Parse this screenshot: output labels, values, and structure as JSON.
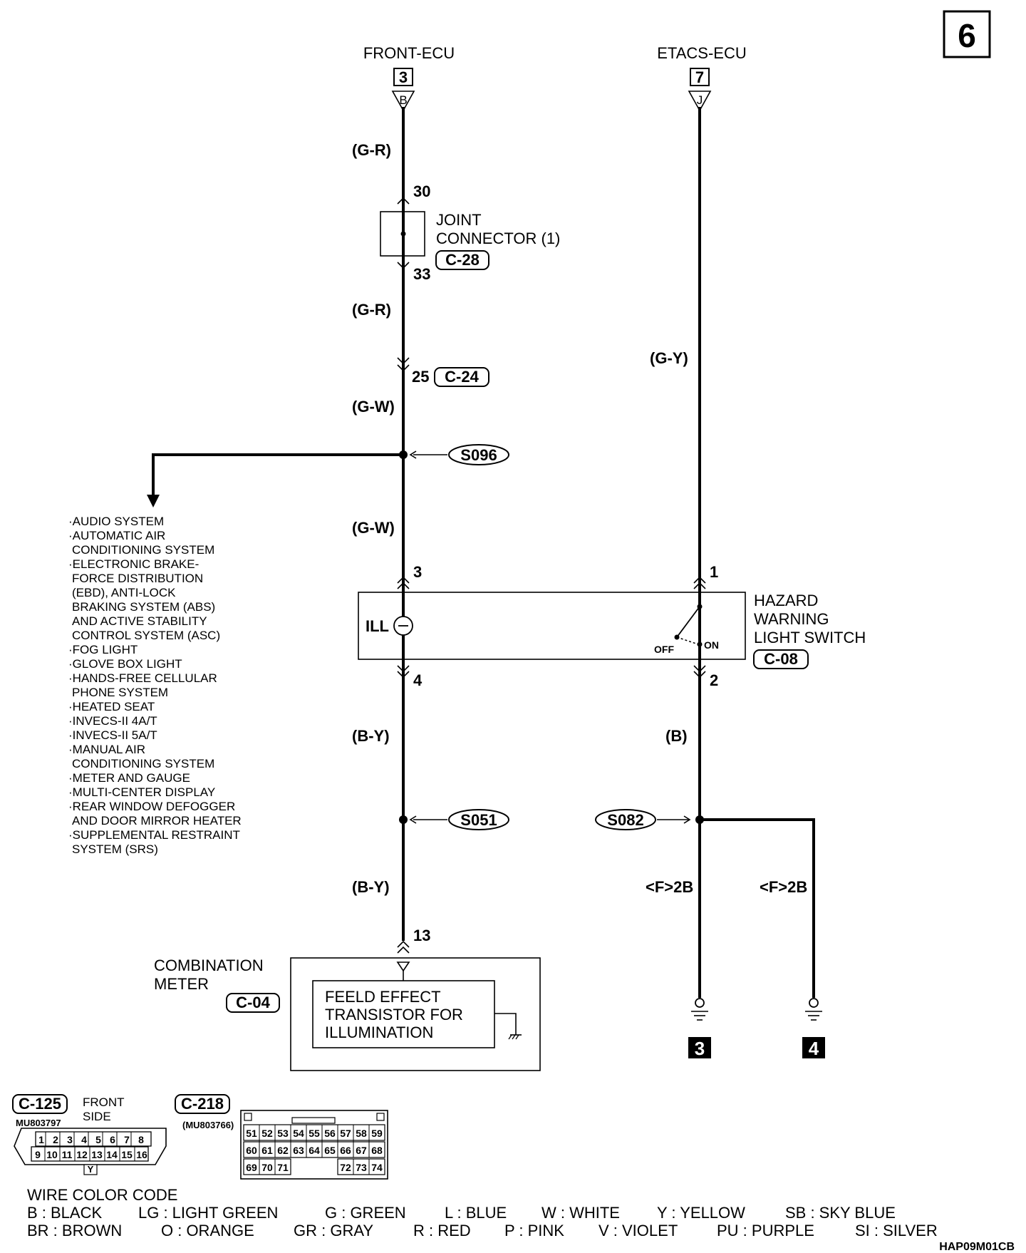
{
  "page_number": "6",
  "front_ecu": {
    "label": "FRONT-ECU",
    "pin": "3",
    "connector": "B"
  },
  "etacs_ecu": {
    "label": "ETACS-ECU",
    "pin": "7",
    "connector": "J"
  },
  "wires": {
    "gr_top": "(G-R)",
    "gr_mid": "(G-R)",
    "gw_top": "(G-W)",
    "gw_mid": "(G-W)",
    "gy": "(G-Y)",
    "by_top": "(B-Y)",
    "by_bottom": "(B-Y)",
    "b": "(B)",
    "ground_left": "<F>2B",
    "ground_right": "<F>2B"
  },
  "joint_connector": {
    "label_line1": "JOINT",
    "label_line2": "CONNECTOR (1)",
    "connector": "C-28",
    "pin_in": "30",
    "pin_out": "33"
  },
  "c24": {
    "pin": "25",
    "connector": "C-24"
  },
  "splices": {
    "s096": "S096",
    "s051": "S051",
    "s082": "S082"
  },
  "branch_systems": [
    "·AUDIO SYSTEM",
    "·AUTOMATIC AIR",
    "CONDITIONING SYSTEM",
    "·ELECTRONIC BRAKE-",
    "FORCE DISTRIBUTION",
    "(EBD), ANTI-LOCK",
    "BRAKING SYSTEM (ABS)",
    "AND ACTIVE STABILITY",
    "CONTROL SYSTEM (ASC)",
    "·FOG LIGHT",
    "·GLOVE BOX LIGHT",
    "·HANDS-FREE CELLULAR",
    "PHONE SYSTEM",
    "·HEATED SEAT",
    "·INVECS-II 4A/T",
    "·INVECS-II 5A/T",
    "·MANUAL AIR",
    "CONDITIONING SYSTEM",
    "·METER AND GAUGE",
    "·MULTI-CENTER DISPLAY",
    "·REAR WINDOW DEFOGGER",
    "AND DOOR MIRROR HEATER",
    "·SUPPLEMENTAL RESTRAINT",
    "SYSTEM (SRS)"
  ],
  "hazard_switch": {
    "label_line1": "HAZARD",
    "label_line2": "WARNING",
    "label_line3": "LIGHT SWITCH",
    "connector": "C-08",
    "ill_label": "ILL",
    "off_label": "OFF",
    "on_label": "ON",
    "pin3": "3",
    "pin1": "1",
    "pin4": "4",
    "pin2": "2"
  },
  "combination_meter": {
    "label_line1": "COMBINATION",
    "label_line2": "METER",
    "connector": "C-04",
    "pin": "13",
    "fet_line1": "FEELD EFFECT",
    "fet_line2": "TRANSISTOR FOR",
    "fet_line3": "ILLUMINATION"
  },
  "grounds": {
    "left": "3",
    "right": "4"
  },
  "c125": {
    "id": "C-125",
    "part": "MU803797",
    "side_line1": "FRONT",
    "side_line2": "SIDE",
    "row1": [
      "1",
      "2",
      "3",
      "4",
      "5",
      "6",
      "7",
      "8"
    ],
    "row2": [
      "9",
      "10",
      "11",
      "12",
      "13",
      "14",
      "15",
      "16"
    ],
    "color": "Y"
  },
  "c218": {
    "id": "C-218",
    "part": "(MU803766)",
    "row1": [
      "51",
      "52",
      "53",
      "54",
      "55",
      "56",
      "57",
      "58",
      "59"
    ],
    "row2": [
      "60",
      "61",
      "62",
      "63",
      "64",
      "65",
      "66",
      "67",
      "68"
    ],
    "row3a": [
      "69",
      "70",
      "71"
    ],
    "row3b": [
      "72",
      "73",
      "74"
    ]
  },
  "color_code": {
    "title": "WIRE COLOR CODE",
    "row1": [
      "B : BLACK",
      "LG : LIGHT GREEN",
      "G : GREEN",
      "L : BLUE",
      "W : WHITE",
      "Y : YELLOW",
      "SB : SKY BLUE"
    ],
    "row2": [
      "BR : BROWN",
      "O : ORANGE",
      "GR : GRAY",
      "R : RED",
      "P : PINK",
      "V : VIOLET",
      "PU : PURPLE",
      "SI : SILVER"
    ]
  },
  "figure_code": "HAP09M01CB"
}
